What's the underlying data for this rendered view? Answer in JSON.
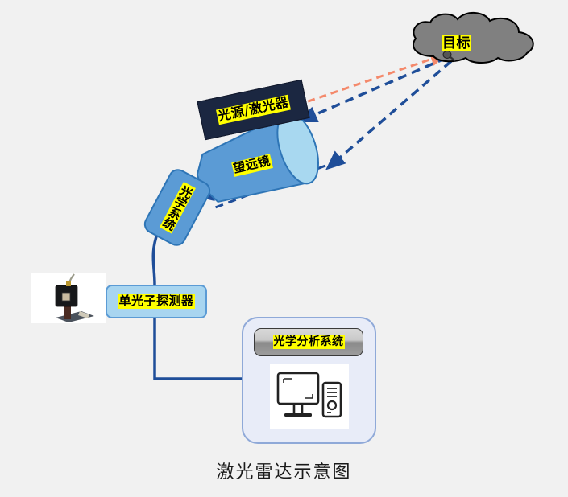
{
  "diagram": {
    "caption": "激光雷达示意图",
    "background_color": "#f1f1f1",
    "nodes": {
      "target": {
        "label": "目标",
        "shape": "cloud",
        "fill_color": "#808080",
        "stroke_color": "#000000"
      },
      "laser_source": {
        "label": "光源/激光器",
        "shape": "rotated-rectangle",
        "fill_color": "#1b2741",
        "text_highlight": "#ffff00"
      },
      "telescope": {
        "label": "望远镜",
        "shape": "cylinder",
        "body_color": "#5b9bd5",
        "lens_color": "#a8d8f0",
        "stroke_color": "#2e75b6"
      },
      "optical_system": {
        "label": "光学系统",
        "shape": "rounded-rectangle-vertical",
        "fill_color": "#5b9bd5",
        "stroke_color": "#2e75b6"
      },
      "detector_photo": {
        "label": "detector-photograph",
        "shape": "photo"
      },
      "single_photon_detector": {
        "label": "单光子探测器",
        "shape": "rounded-rectangle",
        "fill_color": "#a8d5f0",
        "stroke_color": "#5b9bd5"
      },
      "analysis_panel": {
        "label": "光学分析系统",
        "shape": "rounded-panel",
        "fill_color": "#e8ecf8",
        "stroke_color": "#8fa9d8",
        "button_icon": "computer-icon"
      }
    },
    "beams": {
      "outgoing": {
        "name": "laser-emission-beam",
        "color": "#f4896b",
        "style": "dashed",
        "from": "光源/激光器",
        "to": "目标"
      },
      "return_upper": {
        "name": "return-beam-upper",
        "color": "#1f4e99",
        "style": "dashed",
        "from": "目标",
        "to": "望远镜"
      },
      "return_lower": {
        "name": "return-beam-lower",
        "color": "#1f4e99",
        "style": "dashed",
        "from": "目标",
        "to": "望远镜"
      },
      "to_optical": {
        "name": "telescope-to-optical-beam",
        "color": "#1f4e99",
        "style": "dashed",
        "from": "望远镜",
        "to": "光学系统"
      }
    },
    "connectors": {
      "optical_to_detector": {
        "name": "optical-to-detector-cable",
        "color": "#1f4e99",
        "style": "solid-curved"
      },
      "detector_to_analysis": {
        "name": "detector-to-analysis-cable",
        "color": "#1f4e99",
        "style": "solid-elbow"
      }
    }
  }
}
